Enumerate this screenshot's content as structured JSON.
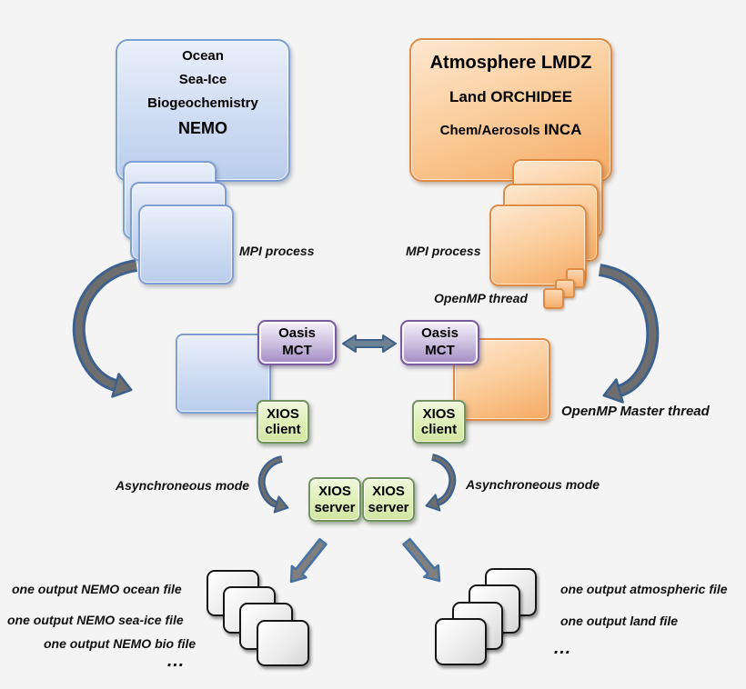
{
  "models": {
    "ocean": {
      "line1": "Ocean",
      "line2": "Sea-Ice",
      "line3": "Biogeochemistry",
      "line4": "NEMO"
    },
    "atmosphere": {
      "line1": "Atmosphere LMDZ",
      "line2": "Land ORCHIDEE",
      "line3a": "Chem/Aerosols",
      "line3b": "INCA"
    }
  },
  "coupler": {
    "line1": "Oasis",
    "line2": "MCT"
  },
  "io": {
    "client": {
      "line1": "XIOS",
      "line2": "client"
    },
    "server": {
      "line1": "XIOS",
      "line2": "server"
    }
  },
  "annotations": {
    "mpi_process_left": "MPI process",
    "mpi_process_right": "MPI process",
    "openmp_thread": "OpenMP thread",
    "openmp_master_thread": "OpenMP Master thread",
    "async_mode_left": "Asynchroneous mode",
    "async_mode_right": "Asynchroneous mode"
  },
  "outputs": {
    "left": [
      "one output NEMO ocean file",
      "one output NEMO sea-ice file",
      "one output NEMO bio file",
      "…"
    ],
    "right": [
      "one output atmospheric file",
      "one output land file",
      "…"
    ]
  },
  "colors": {
    "background": "#f4f4f4",
    "blue_fill": "#c9d9f0",
    "blue_border": "#7c9ed2",
    "orange_fill": "#f8c28a",
    "orange_border": "#e08b44",
    "purple_fill": "#b7a4d0",
    "purple_border": "#7a5aa0",
    "green_fill": "#e0efb9",
    "green_border": "#71935e",
    "arrow_outline_blue": "#3d618f",
    "arrow_fill_gray": "#6e6e6e",
    "file_border": "#161616",
    "text": "#000000"
  }
}
